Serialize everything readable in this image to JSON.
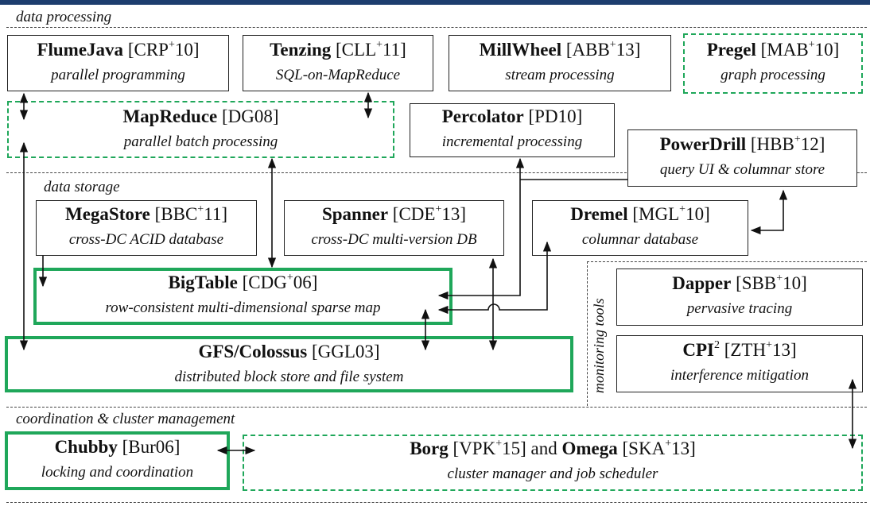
{
  "colors": {
    "accent_green": "#1fa75a",
    "top_band": "#1d3d6e",
    "line": "#222222"
  },
  "sections": {
    "data_processing": "data processing",
    "data_storage": "data storage",
    "monitoring": "monitoring tools",
    "coordination": "coordination & cluster management"
  },
  "systems": {
    "flumejava": {
      "name": "FlumeJava",
      "cite_pre": "[CRP",
      "cite_sup": "+",
      "cite_post": "10]",
      "desc": "parallel programming"
    },
    "tenzing": {
      "name": "Tenzing",
      "cite_pre": "[CLL",
      "cite_sup": "+",
      "cite_post": "11]",
      "desc": "SQL-on-MapReduce"
    },
    "millwheel": {
      "name": "MillWheel",
      "cite_pre": "[ABB",
      "cite_sup": "+",
      "cite_post": "13]",
      "desc": "stream processing"
    },
    "pregel": {
      "name": "Pregel",
      "cite_pre": "[MAB",
      "cite_sup": "+",
      "cite_post": "10]",
      "desc": "graph processing"
    },
    "mapreduce": {
      "name": "MapReduce",
      "cite": "[DG08]",
      "desc": "parallel batch processing"
    },
    "percolator": {
      "name": "Percolator",
      "cite": "[PD10]",
      "desc": "incremental processing"
    },
    "powerdrill": {
      "name": "PowerDrill",
      "cite_pre": "[HBB",
      "cite_sup": "+",
      "cite_post": "12]",
      "desc": "query UI & columnar store"
    },
    "megastore": {
      "name": "MegaStore",
      "cite_pre": "[BBC",
      "cite_sup": "+",
      "cite_post": "11]",
      "desc": "cross-DC ACID database"
    },
    "spanner": {
      "name": "Spanner",
      "cite_pre": "[CDE",
      "cite_sup": "+",
      "cite_post": "13]",
      "desc": "cross-DC multi-version DB"
    },
    "dremel": {
      "name": "Dremel",
      "cite_pre": "[MGL",
      "cite_sup": "+",
      "cite_post": "10]",
      "desc": "columnar database"
    },
    "bigtable": {
      "name": "BigTable",
      "cite_pre": "[CDG",
      "cite_sup": "+",
      "cite_post": "06]",
      "desc": "row-consistent multi-dimensional sparse map"
    },
    "gfs": {
      "name": "GFS/Colossus",
      "cite": "[GGL03]",
      "desc": "distributed block store and file system"
    },
    "dapper": {
      "name": "Dapper",
      "cite_pre": "[SBB",
      "cite_sup": "+",
      "cite_post": "10]",
      "desc": "pervasive tracing"
    },
    "cpi": {
      "name": "CPI",
      "name_sup": "2",
      "cite_pre": "[ZTH",
      "cite_sup": "+",
      "cite_post": "13]",
      "desc": "interference mitigation"
    },
    "chubby": {
      "name": "Chubby",
      "cite": "[Bur06]",
      "desc": "locking and coordination"
    },
    "borg": {
      "name": "Borg",
      "cite_pre": "[VPK",
      "cite_sup": "+",
      "cite_post": "15]",
      "joiner": "and",
      "name2": "Omega",
      "cite2_pre": "[SKA",
      "cite2_sup": "+",
      "cite2_post": "13]",
      "desc": "cluster manager and job scheduler"
    }
  }
}
